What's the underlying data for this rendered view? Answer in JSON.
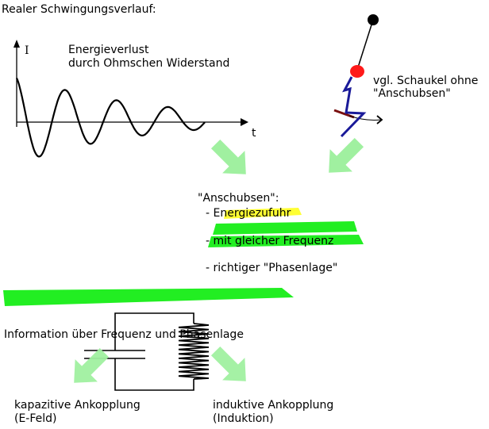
{
  "title": "Realer Schwingungsverlauf:",
  "graph": {
    "y_axis_label": "I",
    "x_axis_label": "t",
    "annotation_line1": "Energieverlust",
    "annotation_line2": "durch Ohmschen Widerstand"
  },
  "swing": {
    "caption_line1": "vgl. Schaukel ohne",
    "caption_line2": "\"Anschubsen\""
  },
  "push": {
    "heading": "\"Anschubsen\":",
    "items": [
      {
        "text": "- Energiezufuhr",
        "highlight": "#ffff33"
      },
      {
        "text": "- mit gleicher Frequenz",
        "highlight": "#22ee22"
      },
      {
        "text": "- richtiger \"Phasenlage\"",
        "highlight": "#22ee22"
      }
    ]
  },
  "info": {
    "text": "Information über Frequenz und Phasenlage",
    "highlight": "#22ee22"
  },
  "coupling": {
    "capacitive_line1": "kapazitive Ankopplung",
    "capacitive_line2": "(E-Feld)",
    "inductive_line1": "induktive Ankopplung",
    "inductive_line2": "(Induktion)"
  },
  "colors": {
    "arrow": "#a0f0a0",
    "swing_body": "#1a1a99",
    "swing_seat": "#7a1010",
    "swing_head": "#ff1a1a",
    "pivot": "#000000"
  }
}
